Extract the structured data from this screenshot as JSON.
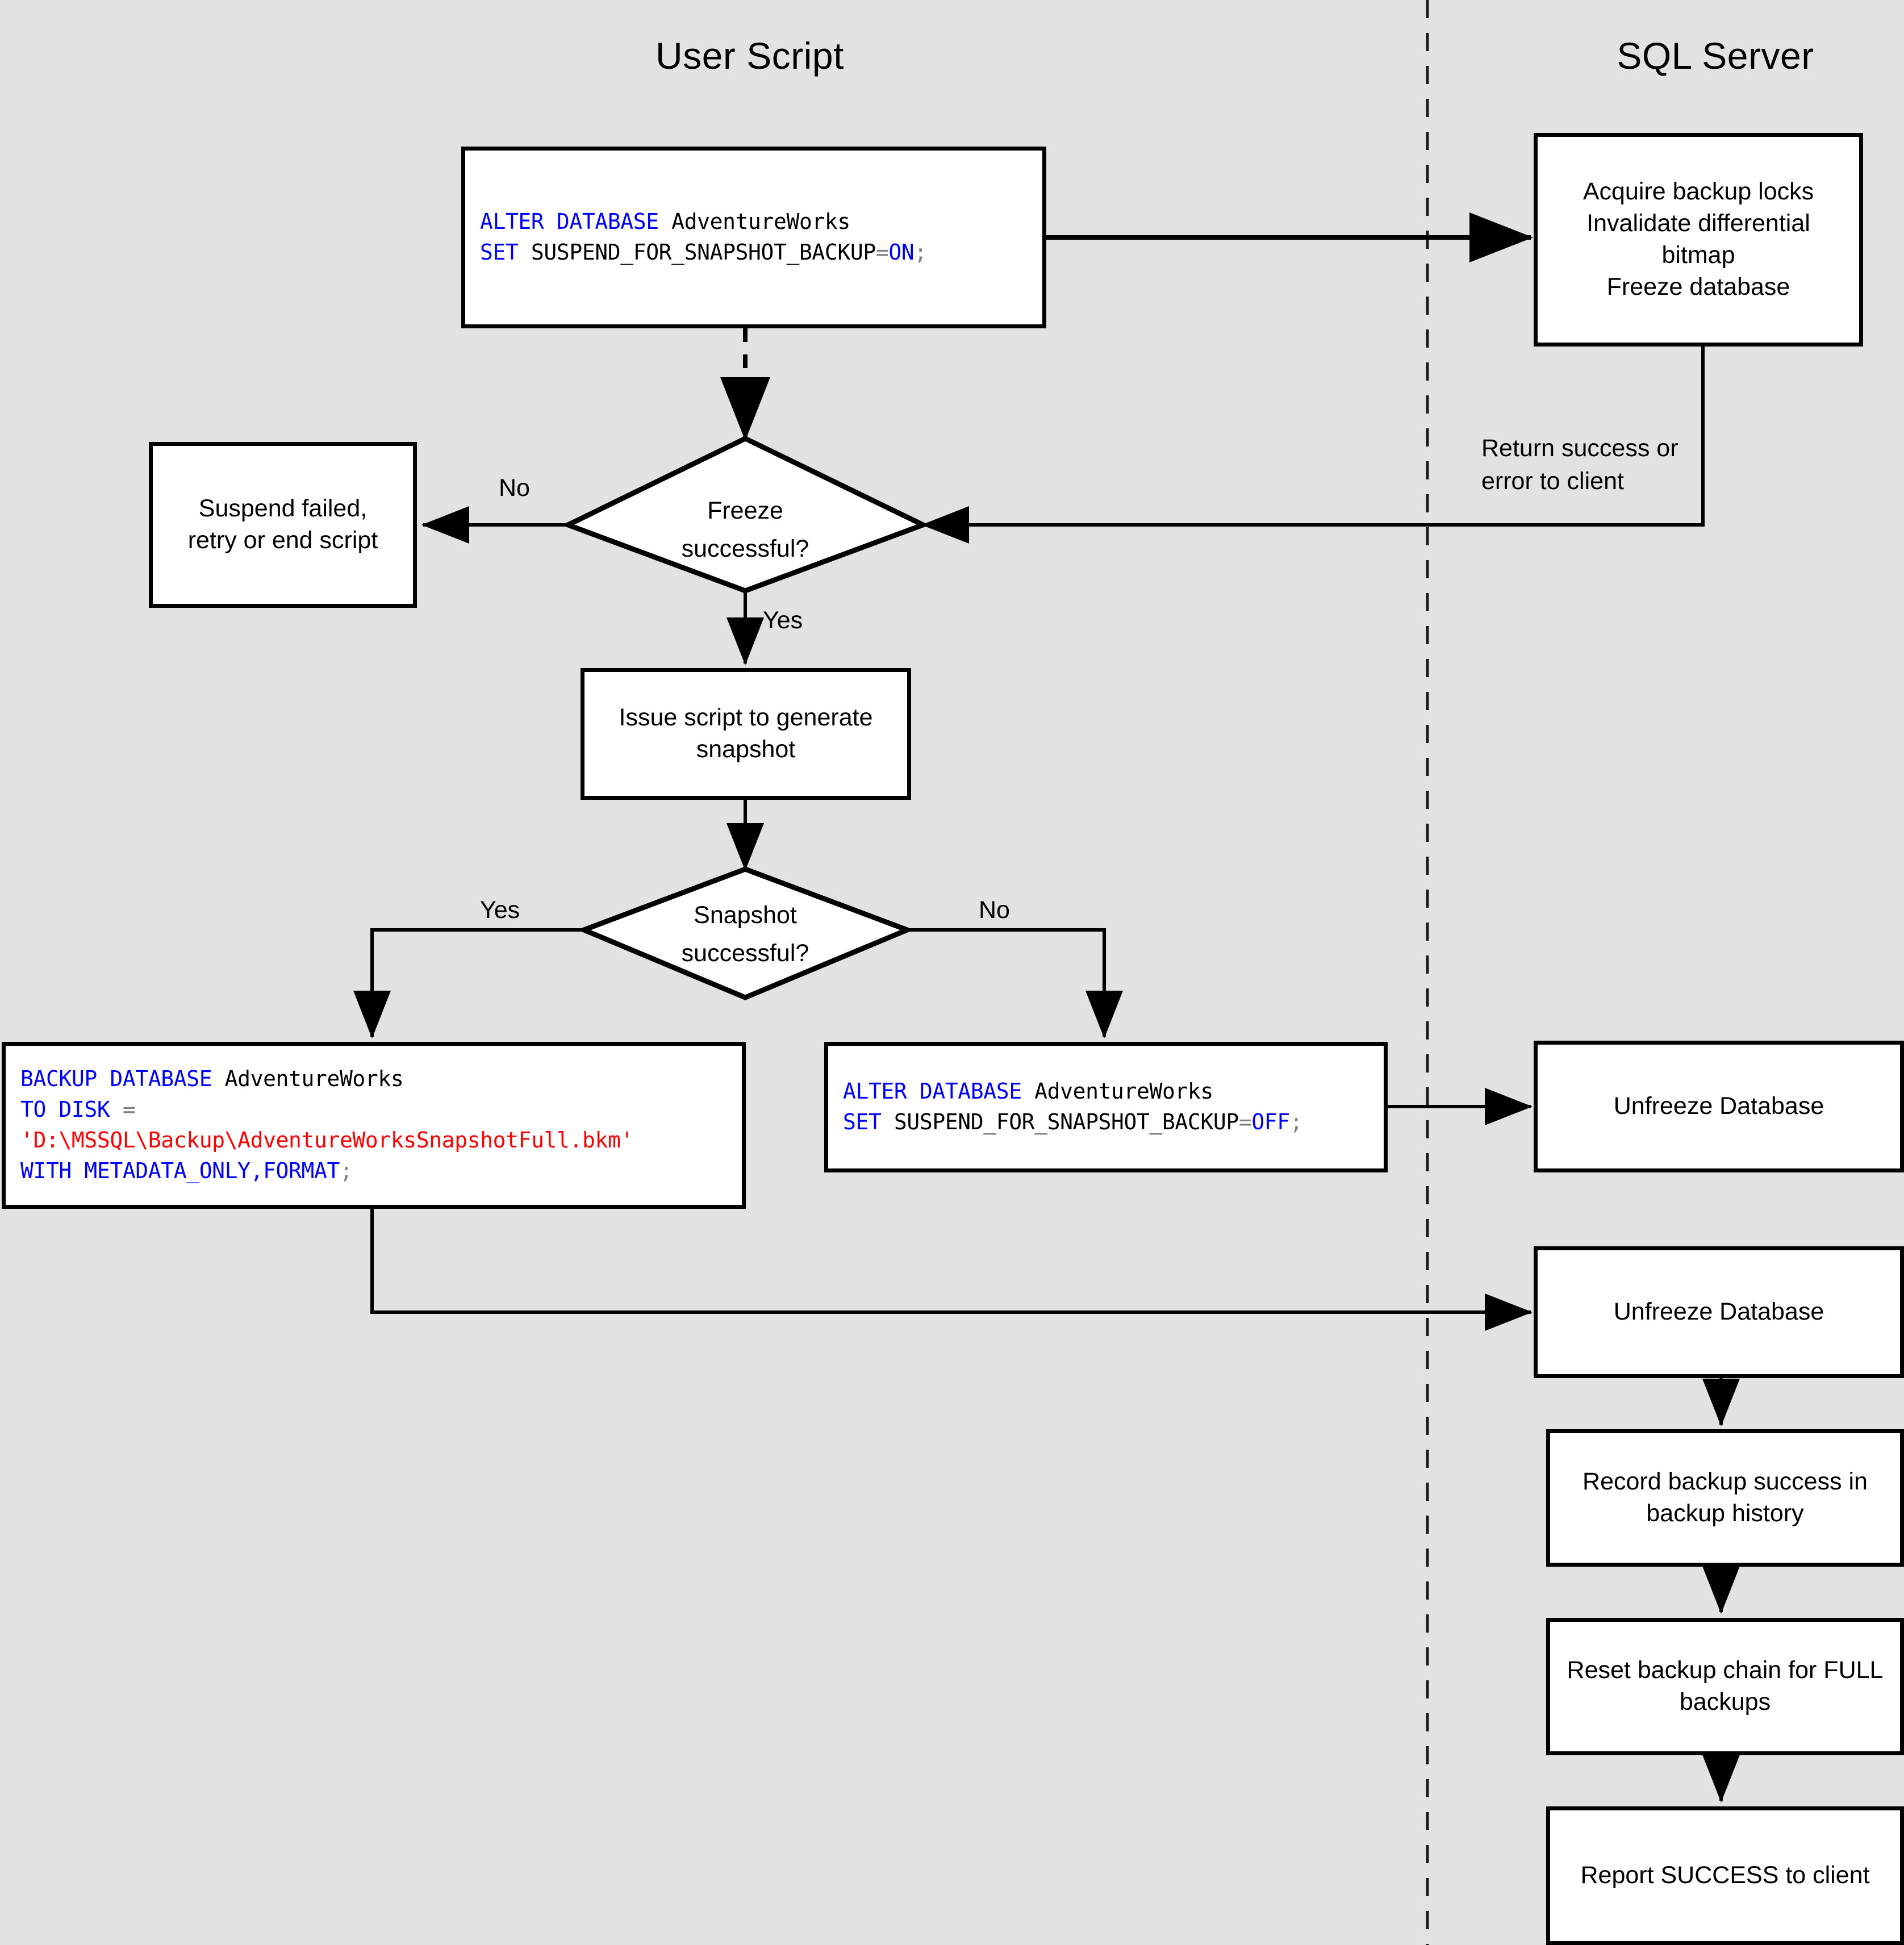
{
  "diagram": {
    "title_hidden": "SQL Server snapshot backup flow",
    "background_color": "#e2e2e2",
    "shape_fill": "#ffffff",
    "stroke_color": "#000000"
  },
  "lanes": [
    {
      "id": "user-script",
      "label": "User Script"
    },
    {
      "id": "sql-server",
      "label": "SQL Server"
    }
  ],
  "code_blocks": {
    "alter_on": {
      "line1": [
        {
          "t": "ALTER DATABASE",
          "c": "kw"
        },
        {
          "t": " AdventureWorks",
          "c": ""
        }
      ],
      "line2": [
        {
          "t": "SET",
          "c": "kw"
        },
        {
          "t": " SUSPEND_FOR_SNAPSHOT_BACKUP",
          "c": ""
        },
        {
          "t": "=",
          "c": "op"
        },
        {
          "t": "ON",
          "c": "kw"
        },
        {
          "t": ";",
          "c": "op"
        }
      ],
      "plain": "ALTER DATABASE AdventureWorks\nSET SUSPEND_FOR_SNAPSHOT_BACKUP=ON;"
    },
    "alter_off": {
      "line1": [
        {
          "t": "ALTER DATABASE",
          "c": "kw"
        },
        {
          "t": " AdventureWorks",
          "c": ""
        }
      ],
      "line2": [
        {
          "t": "SET",
          "c": "kw"
        },
        {
          "t": " SUSPEND_FOR_SNAPSHOT_BACKUP",
          "c": ""
        },
        {
          "t": "=",
          "c": "op"
        },
        {
          "t": "OFF",
          "c": "kw"
        },
        {
          "t": ";",
          "c": "op"
        }
      ],
      "plain": "ALTER DATABASE AdventureWorks\nSET SUSPEND_FOR_SNAPSHOT_BACKUP=OFF;"
    },
    "backup": {
      "line1": [
        {
          "t": "BACKUP DATABASE",
          "c": "kw"
        },
        {
          "t": " AdventureWorks",
          "c": ""
        }
      ],
      "line2": [
        {
          "t": "TO DISK ",
          "c": "kw"
        },
        {
          "t": "=",
          "c": "op"
        }
      ],
      "line3": [
        {
          "t": "'D:\\MSSQL\\Backup\\AdventureWorksSnapshotFull.bkm'",
          "c": "str"
        }
      ],
      "line4": [
        {
          "t": "WITH METADATA_ONLY,FORMAT",
          "c": "kw"
        },
        {
          "t": ";",
          "c": "op"
        }
      ],
      "plain": "BACKUP DATABASE AdventureWorks\nTO DISK =\n'D:\\MSSQL\\Backup\\AdventureWorksSnapshotFull.bkm'\nWITH METADATA_ONLY,FORMAT;"
    }
  },
  "nodes": {
    "acquire_locks": {
      "line1": "Acquire backup locks",
      "line2": "Invalidate differential",
      "line3": "bitmap",
      "line4": "Freeze database"
    },
    "suspend_failed": {
      "line1": "Suspend failed,",
      "line2": "retry or end script"
    },
    "freeze_decision": {
      "line1": "Freeze",
      "line2": "successful?"
    },
    "issue_script": {
      "line1": "Issue script to generate",
      "line2": "snapshot"
    },
    "snapshot_decision": {
      "line1": "Snapshot",
      "line2": "successful?"
    },
    "unfreeze_1": {
      "line1": "Unfreeze Database"
    },
    "unfreeze_2": {
      "line1": "Unfreeze Database"
    },
    "record_backup": {
      "line1": "Record backup success in",
      "line2": "backup history"
    },
    "reset_chain": {
      "line1": "Reset backup chain for FULL",
      "line2": "backups"
    },
    "report_success": {
      "line1": "Report SUCCESS to client"
    }
  },
  "edge_labels": {
    "return_to_client": "Return success or\nerror to client",
    "freeze_no": "No",
    "freeze_yes": "Yes",
    "snapshot_yes": "Yes",
    "snapshot_no": "No"
  },
  "colors": {
    "keyword": "#0000ff",
    "string": "#ff0000",
    "operator": "#808080",
    "text": "#000000",
    "canvas": "#e2e2e2"
  }
}
